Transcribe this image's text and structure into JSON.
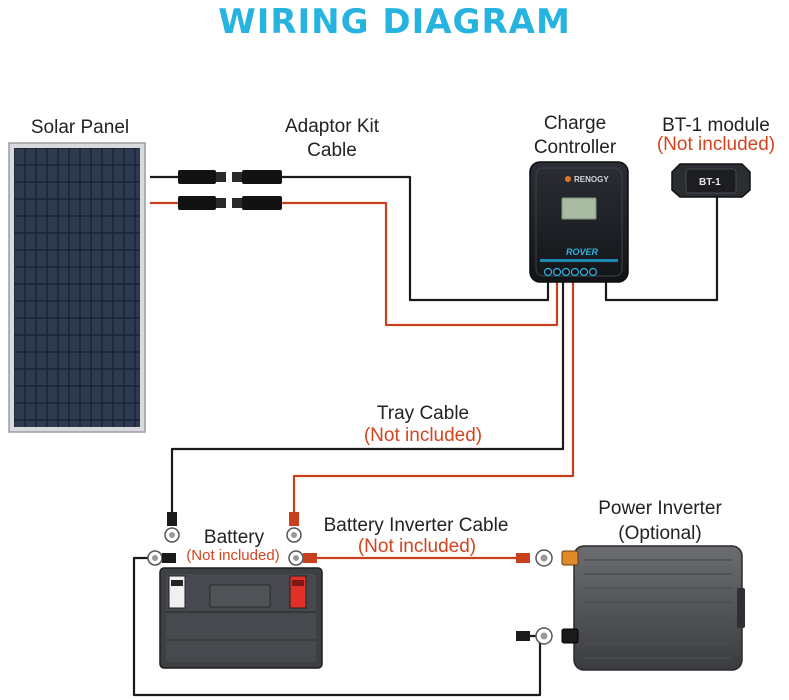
{
  "title": "WIRING DIAGRAM",
  "labels": {
    "solar_panel": "Solar Panel",
    "adaptor_line1": "Adaptor Kit",
    "adaptor_line2": "Cable",
    "charge_line1": "Charge",
    "charge_line2": "Controller",
    "bt_module": "BT-1 module",
    "bt_note": "(Not included)",
    "tray_cable": "Tray Cable",
    "tray_note": "(Not included)",
    "battery": "Battery",
    "battery_note": "(Not included)",
    "bic": "Battery Inverter Cable",
    "bic_note": "(Not included)",
    "inverter_line1": "Power Inverter",
    "inverter_line2": "(Optional)"
  },
  "device_text": {
    "controller_brand": "RENOGY",
    "controller_model": "ROVER",
    "bt_face": "BT-1"
  },
  "colors": {
    "title": "#27b3e0",
    "positive_wire": "#c8401d",
    "negative_wire": "#1a1a1a",
    "note": "#d4441f"
  }
}
